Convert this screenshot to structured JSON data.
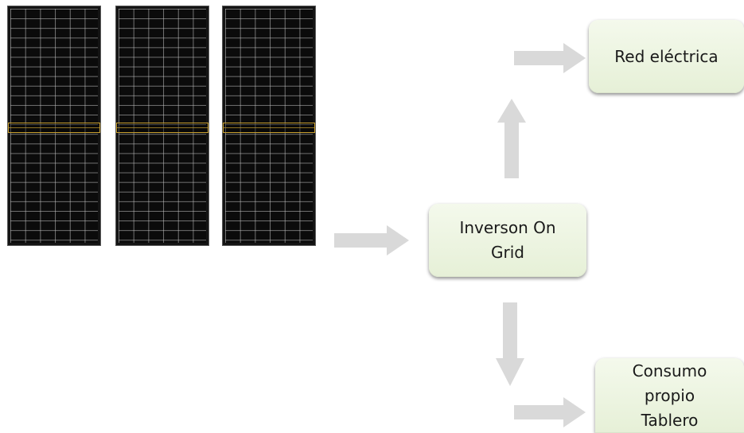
{
  "nodes": {
    "grid": {
      "label": "Red eléctrica"
    },
    "inverter": {
      "label": "Inverson On\nGrid"
    },
    "consumption": {
      "label": "Consumo\npropio\nTablero"
    }
  },
  "panels": [
    {
      "name": "solar-panel-1"
    },
    {
      "name": "solar-panel-2"
    },
    {
      "name": "solar-panel-3"
    }
  ],
  "colors": {
    "box_fill": "#e9f2dc",
    "arrow": "#d9d9d9",
    "panel": "#141414",
    "junction": "#c8a030"
  }
}
